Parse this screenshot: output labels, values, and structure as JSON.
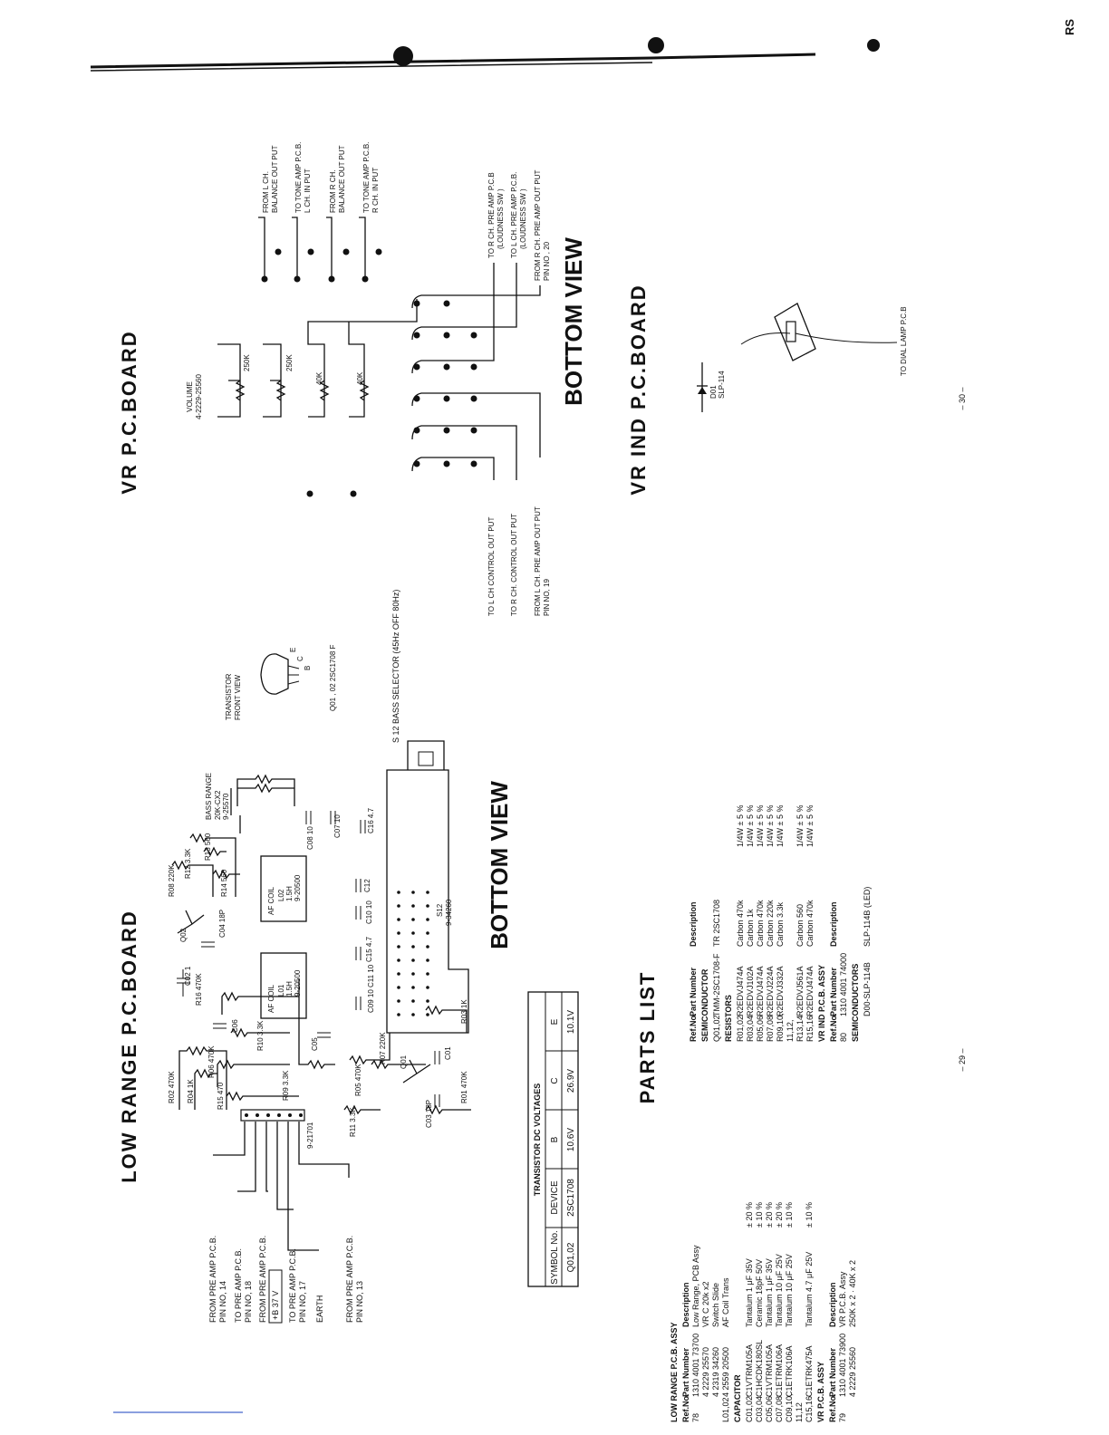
{
  "corner_mark": "RS",
  "page_numbers": {
    "left": "– 29 –",
    "right": "– 30 –"
  },
  "low_range": {
    "title": "LOW RANGE P.C.BOARD",
    "bottom_view": "BOTTOM VIEW",
    "connections": [
      {
        "line1": "FROM  PRE  AMP  P.C.B.",
        "line2": "PIN NO, 14"
      },
      {
        "line1": "TO  PRE  AMP  P.C.B.",
        "line2": "PIN NO, 18"
      },
      {
        "line1": "FROM  PRE  AMP  P.C.B.",
        "line2": "+B 37 V"
      },
      {
        "line1": "TO  PRE  AMP  P.C.B.",
        "line2": "PIN NO, 17"
      },
      {
        "line1": "EARTH",
        "line2": ""
      },
      {
        "line1": "FROM  PRE  AMP  P.C.B.",
        "line2": "PIN NO, 13"
      }
    ],
    "components": {
      "r02": "R02 470K",
      "r04": "R04 1K",
      "r06": "R06 470K",
      "r16": "R16 470K",
      "r15": "R15 470",
      "r11": "R11 3.3K",
      "r09": "R09 3.3K",
      "r10": "R10 3.3K",
      "r05": "R05 470K",
      "r07": "R07 220K",
      "r01": "R01 470K",
      "r03": "R03 1K",
      "r08": "R08 220K",
      "r12": "R12 3.3K",
      "r13": "R13 560",
      "r14": "R14 560",
      "c02": "C02 1",
      "c06": "C06",
      "c05": "C05",
      "c09": "C09 10",
      "c11": "C11 10",
      "c03": "C03 18P",
      "c01": "C01",
      "c04": "C04 18P",
      "c15": "C15 4.7",
      "c10": "C10 10",
      "c12": "C12",
      "c08": "C08 10",
      "c07": "C07 10",
      "c16": "C16 4.7",
      "q01": "Q01",
      "q02": "Q02",
      "conn": "9-21701",
      "coil1": [
        "AF COIL",
        "L01",
        "1.5H",
        "9-20500"
      ],
      "coil2": [
        "AF COIL",
        "L02",
        "1.5H",
        "9-20500"
      ],
      "bass_range": [
        "BASS RANGE",
        "20K-CX2",
        "9-25570"
      ],
      "s12": [
        "S12",
        "9-34260"
      ],
      "bass_selector": "S 12    BASS SELECTOR (45Hz OFF 80Hz)",
      "transistor": [
        "TRANSISTOR",
        "FRONT VIEW"
      ],
      "transistor_pins": [
        "B",
        "C",
        "E"
      ],
      "transistor_id": "Q01 , 02    2SC1708  F"
    },
    "dc_table": {
      "title": "TRANSISTOR DC VOLTAGES",
      "headers": [
        "SYMBOL No.",
        "DEVICE",
        "B",
        "C",
        "E"
      ],
      "rows": [
        [
          "Q01,02",
          "2SC1708",
          "10.6V",
          "26.9V",
          "10.1V"
        ]
      ]
    }
  },
  "vr_board": {
    "title": "VR P.C.BOARD",
    "bottom_view": "BOTTOM VIEW",
    "volume": [
      "VOLUME",
      "4-2229-25560"
    ],
    "pots": [
      "250K",
      "250K",
      "40K",
      "40K"
    ],
    "right_labels": [
      [
        "FROM  L CH.",
        "BALANCE OUT PUT"
      ],
      [
        "TO TONE  AMP P.C.B.",
        "L CH. IN PUT"
      ],
      [
        "FROM  R CH.",
        "BALANCE OUT PUT"
      ],
      [
        "TO TONE  AMP  P.C.B.",
        "R CH. IN PUT"
      ]
    ],
    "bottom_labels_a": [
      [
        "TO R CH. PRE  AMP P.C.B",
        "(LOUDNESS SW )"
      ],
      [
        "TO L CH. PRE  AMP P.C.B.",
        "(LOUDNESS SW )"
      ],
      [
        "FROM  R  CH.  PRE  AMP  OUT PUT",
        "PIN NO , 20"
      ]
    ],
    "bottom_labels_b": [
      [
        "TO  L  CH  CONTROL  OUT PUT",
        ""
      ],
      [
        "TO  R  CH.  CONTROL  OUT PUT",
        ""
      ],
      [
        "FROM  L  CH.  PRE  AMP  OUT PUT",
        "PIN NO, 19"
      ]
    ]
  },
  "vr_ind": {
    "title": "VR  IND  P.C.BOARD",
    "diode": [
      "D01",
      "SLP-114"
    ],
    "lamp_label": "TO  DIAL  LAMP  P.C.B"
  },
  "parts_list": {
    "title": "PARTS LIST",
    "left": [
      {
        "type": "section",
        "text": "LOW RANGE P.C.B. ASSY"
      },
      {
        "type": "header",
        "cols": [
          "Ref.No.",
          "Part Number",
          "Description",
          ""
        ]
      },
      {
        "type": "row",
        "cols": [
          "78",
          "1310 4001 73700",
          "Low Range, PCB Assy",
          ""
        ]
      },
      {
        "type": "row",
        "cols": [
          "",
          "4 2229 25570",
          "VR C 20k x2",
          ""
        ]
      },
      {
        "type": "row",
        "cols": [
          "",
          "4 2319 34260",
          "Switch Slide",
          ""
        ]
      },
      {
        "type": "row",
        "cols": [
          "L01,02",
          "4 2559 20500",
          "AF Coil Trans",
          ""
        ]
      },
      {
        "type": "section",
        "text": "CAPACITOR"
      },
      {
        "type": "row",
        "cols": [
          "C01,02",
          "C1VTRM105A",
          "Tantalum 1 μF  35V",
          "± 20 %"
        ]
      },
      {
        "type": "row",
        "cols": [
          "C03,04",
          "C1HCDK180SL",
          "Ceramic 18pF  50V",
          "± 10 %"
        ]
      },
      {
        "type": "row",
        "cols": [
          "C05,06",
          "C1VTRM105A",
          "Tantalum 1 μF  35V",
          "± 20 %"
        ]
      },
      {
        "type": "row",
        "cols": [
          "C07,08",
          "C1ETRM106A",
          "Tantalum 10 μF 25V",
          "± 20 %"
        ]
      },
      {
        "type": "row",
        "cols": [
          "C09,10,",
          "C1ETRK106A",
          "Tantalum 10 μF 25V",
          "± 10 %"
        ]
      },
      {
        "type": "row",
        "cols": [
          "11,12",
          "",
          "",
          ""
        ]
      },
      {
        "type": "row",
        "cols": [
          "C15,16",
          "C1ETRK475A",
          "Tantalum 4.7 μF  25V",
          "± 10 %"
        ]
      },
      {
        "type": "section",
        "text": "VR P.C.B. ASSY"
      },
      {
        "type": "header",
        "cols": [
          "Ref.No.",
          "Part Number",
          "Description",
          ""
        ]
      },
      {
        "type": "row",
        "cols": [
          "79",
          "1310 4001 73900",
          "VR P.C.B. Assy",
          ""
        ]
      },
      {
        "type": "row",
        "cols": [
          "",
          "4 2229 25560",
          "250K x 2 · 40K x 2",
          ""
        ]
      }
    ],
    "right": [
      {
        "type": "header",
        "cols": [
          "Ref.No.",
          "Part Number",
          "Description",
          ""
        ]
      },
      {
        "type": "section",
        "text": "SEMICONDUCTOR"
      },
      {
        "type": "row",
        "cols": [
          "Q01,02",
          "TMM-2SC1708-F",
          "TR 2SC1708",
          ""
        ]
      },
      {
        "type": "section",
        "text": "RESISTORS"
      },
      {
        "type": "row",
        "cols": [
          "R01,02",
          "R2EDVJ474A",
          "Carbon  470k",
          "1/4W  ± 5 %"
        ]
      },
      {
        "type": "row",
        "cols": [
          "R03,04",
          "R2EDVJ102A",
          "Carbon  1k",
          "1/4W  ± 5 %"
        ]
      },
      {
        "type": "row",
        "cols": [
          "R05,06",
          "R2EDVJ474A",
          "Carbon  470k",
          "1/4W  ± 5 %"
        ]
      },
      {
        "type": "row",
        "cols": [
          "R07,08",
          "R2EDVJ224A",
          "Carbon  220k",
          "1/4W  ± 5 %"
        ]
      },
      {
        "type": "row",
        "cols": [
          "R09,10,",
          "R2EDVJ332A",
          "Carbon  3.3k",
          "1/4W  ± 5 %"
        ]
      },
      {
        "type": "row",
        "cols": [
          "11,12,",
          "",
          "",
          ""
        ]
      },
      {
        "type": "row",
        "cols": [
          "R13,14",
          "R2EDVJ561A",
          "Carbon  560",
          "1/4W  ± 5 %"
        ]
      },
      {
        "type": "row",
        "cols": [
          "R15,16",
          "R2EDVJ474A",
          "Carbon  470k",
          "1/4W  ± 5 %"
        ]
      },
      {
        "type": "section",
        "text": "VR IND P.C.B. ASSY"
      },
      {
        "type": "header",
        "cols": [
          "Ref.No.",
          "Part Number",
          "Description",
          ""
        ]
      },
      {
        "type": "row",
        "cols": [
          "80",
          "1310 4001 74000",
          "",
          ""
        ]
      },
      {
        "type": "section",
        "text": "SEMICONDUCTORS"
      },
      {
        "type": "row",
        "cols": [
          "",
          "D00-SLP-114B",
          "SLP-114B  (LED)",
          ""
        ]
      }
    ]
  }
}
